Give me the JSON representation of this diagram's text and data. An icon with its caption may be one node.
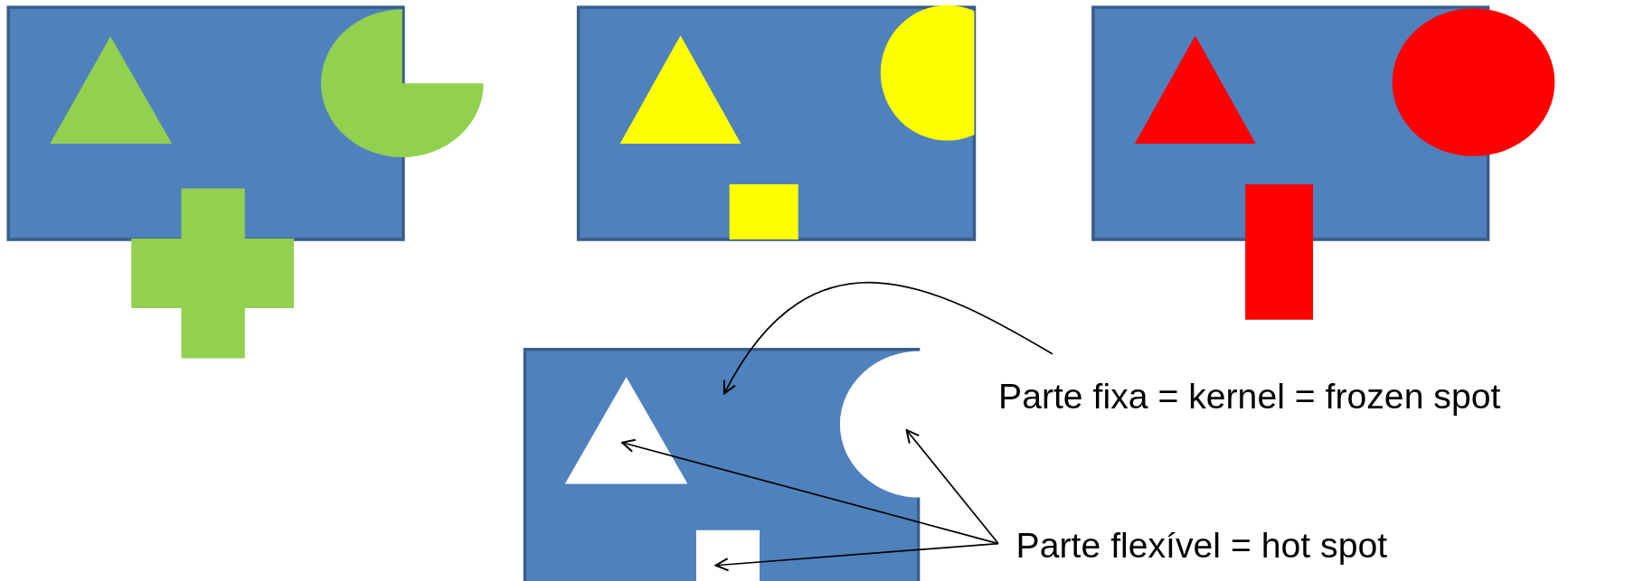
{
  "diagram": {
    "nodes": [
      {
        "text": [],
        "shape": "box"
      },
      {
        "text": [],
        "shape": "triangle",
        "in": 0
      },
      {
        "text": [],
        "shape": "circle",
        "in": 0
      },
      {
        "text": [],
        "shape": "box",
        "in": 0
      },
      {
        "text": [
          "Parte fixa = kernel = frozen spot"
        ]
      },
      {
        "text": [
          "Parte flexível = hot spot"
        ]
      }
    ],
    "edges": [
      {
        "from": 4,
        "to": 0,
        "arrow": "to"
      },
      {
        "from": 5,
        "to": 1,
        "arrow": "to"
      },
      {
        "from": 5,
        "to": 2,
        "arrow": "to"
      },
      {
        "from": 5,
        "to": 3,
        "arrow": "to"
      }
    ]
  }
}
